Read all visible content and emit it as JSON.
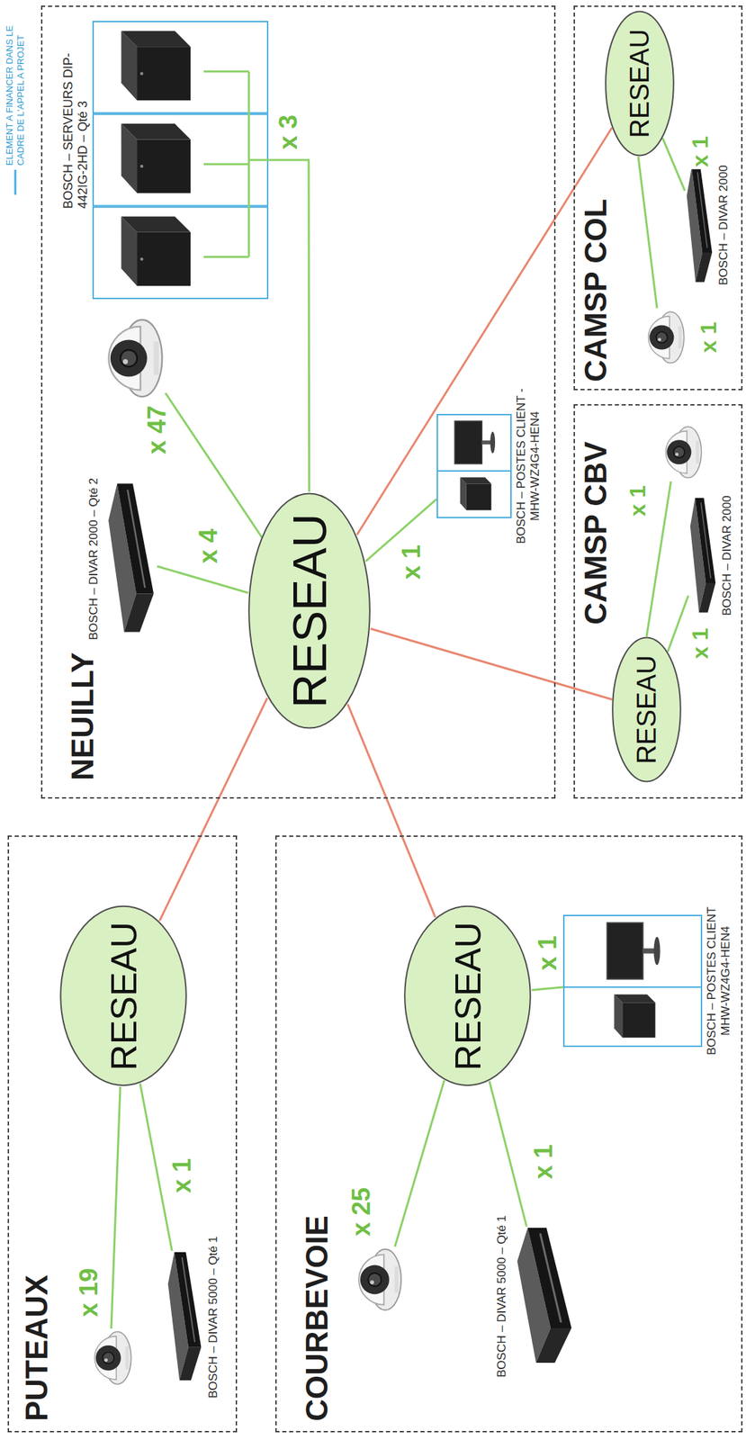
{
  "diagram": {
    "nodes": [
      {
        "text": [
          "PUTEAUX"
        ]
      },
      {
        "text": [
          "RESEAU"
        ],
        "in": 0
      },
      {
        "text": [
          "BOSCH – DIVAR 5000 – Qté 1"
        ],
        "in": 0
      },
      {
        "text": [
          "COURBEVOIE"
        ]
      },
      {
        "text": [
          "RESEAU"
        ],
        "in": 3
      },
      {
        "text": [
          "BOSCH – POSTES CLIENT MHW-WZ4G4-HEN4"
        ],
        "in": 3
      },
      {
        "text": [
          "BOSCH – DIVAR 5000 – Qté 1"
        ],
        "in": 3
      },
      {
        "text": [
          "NEUILLY"
        ]
      },
      {
        "text": [
          "BOSCH – DIVAR 2000 – Qté 2"
        ],
        "in": 7
      },
      {
        "text": [
          "RESEAU"
        ],
        "in": 7
      },
      {
        "text": [
          "BOSCH – SERVEURS DIP-442IG-2HD – Qté 3"
        ],
        "in": 7
      },
      {
        "text": [
          "BOSCH – POSTES CLIENT - MHW-WZ4G4-HEN4"
        ],
        "in": 7
      },
      {
        "text": [
          "CAMSP CBV"
        ]
      },
      {
        "text": [
          "RESEAU"
        ],
        "in": 12
      },
      {
        "text": [
          "BOSCH – DIVAR 2000"
        ],
        "in": 12
      },
      {
        "text": [
          "CAMSP COL"
        ]
      },
      {
        "text": [
          "RESEAU"
        ],
        "in": 15
      },
      {
        "text": [
          "BOSCH – DIVAR 2000"
        ],
        "in": 15
      }
    ],
    "edges": [
      {
        "from": 1,
        "to": 2,
        "label": "x 1",
        "arrow": "none"
      },
      {
        "from": 4,
        "to": 5,
        "label": "x 1",
        "arrow": "none"
      },
      {
        "from": 4,
        "to": 6,
        "label": "x 1",
        "arrow": "none"
      },
      {
        "from": 9,
        "to": 8,
        "label": "x 4",
        "arrow": "none"
      },
      {
        "from": 9,
        "to": 10,
        "label": "x 3",
        "arrow": "none"
      },
      {
        "from": 9,
        "to": 11,
        "label": "x 1",
        "arrow": "none"
      },
      {
        "from": 13,
        "to": 14,
        "label": "x 1",
        "arrow": "none"
      },
      {
        "from": 16,
        "to": 17,
        "label": "x 1",
        "arrow": "none"
      },
      {
        "from": 9,
        "to": 1,
        "arrow": "none"
      },
      {
        "from": 9,
        "to": 4,
        "arrow": "none"
      },
      {
        "from": 9,
        "to": 13,
        "arrow": "none"
      },
      {
        "from": 9,
        "to": 16,
        "arrow": "none"
      }
    ],
    "labels": [
      "x 19",
      "x 25",
      "x 47",
      "x 1",
      "x 1"
    ],
    "legend": [
      {
        "text": "ELEMENT A FINANCER DANS LE CADRE DE L'APPEL A PROJET"
      }
    ]
  }
}
